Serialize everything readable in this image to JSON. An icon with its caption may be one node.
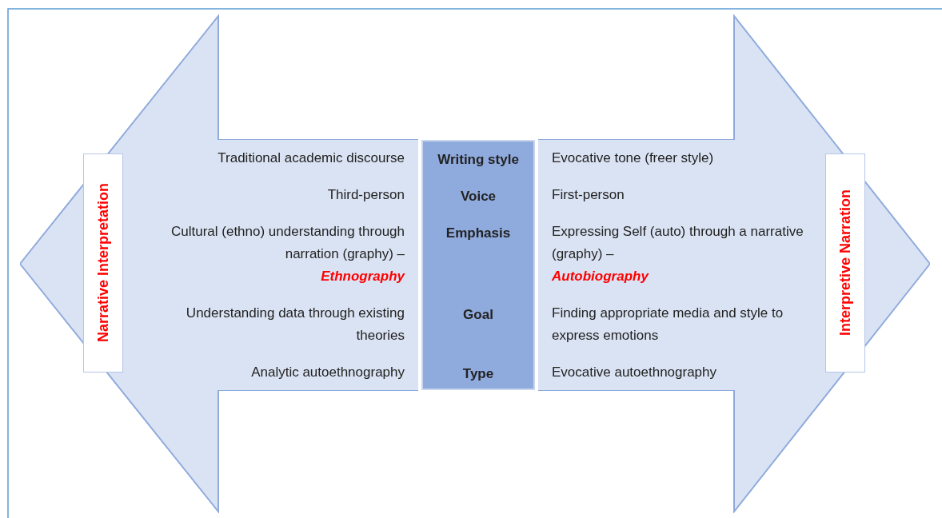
{
  "diagram": {
    "nodes": [
      {
        "text": [],
        "shape": "arrow"
      },
      {
        "text": [
          "Narrative Interpretation"
        ],
        "in": 0
      },
      {
        "text": [
          "Traditional academic discourse",
          "Third-person",
          "Cultural (ethno) understanding through narration (graphy) – *Ethnography*",
          "Understanding data through existing theories",
          "Analytic autoethnography"
        ],
        "in": 0
      },
      {
        "text": [
          "Writing style",
          "Voice",
          "Emphasis",
          "Goal",
          "Type"
        ]
      },
      {
        "text": [],
        "shape": "arrow"
      },
      {
        "text": [
          "Evocative tone (freer style)",
          "First-person",
          "Expressing Self (auto) through a narrative (graphy) – *Autobiography*",
          "Finding appropriate media and style to express emotions",
          "Evocative autoethnography"
        ],
        "in": 4
      },
      {
        "text": [
          "Interpretive Narration"
        ],
        "in": 4
      }
    ],
    "edges": []
  }
}
